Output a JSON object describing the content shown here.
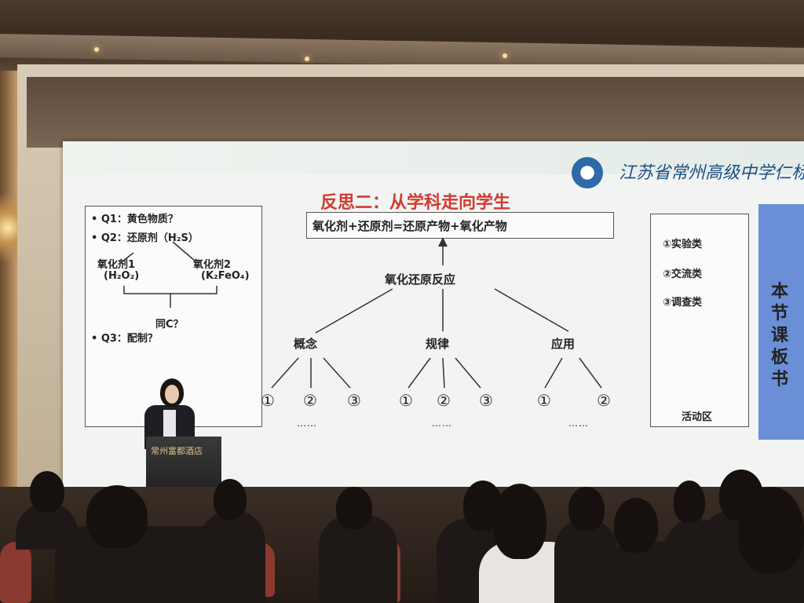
{
  "slide": {
    "header": {
      "school_name": "江苏省常州高级中学仁标"
    },
    "title_prefix": "反思二：",
    "title_main": "从学科",
    "title_accent": "走向",
    "title_end": "学生",
    "questions": {
      "q1": "• Q1：黄色物质？",
      "q2": "• Q2：还原剂（H₂S）",
      "oxidant1": "氧化剂1",
      "oxidant1_formula": "(H₂O₂)",
      "oxidant2": "氧化剂2",
      "oxidant2_formula": "(K₂FeO₄)",
      "same_c": "同C？",
      "q3": "• Q3：配制？"
    },
    "equation": "氧化剂+还原剂=还原产物+氧化产物",
    "center_node": "氧化还原反应",
    "branches": [
      {
        "label": "概念",
        "items": [
          "①",
          "②",
          "③"
        ],
        "more": "……"
      },
      {
        "label": "规律",
        "items": [
          "①",
          "②",
          "③"
        ],
        "more": "……"
      },
      {
        "label": "应用",
        "items": [
          "①",
          "②"
        ],
        "more": "……"
      }
    ],
    "activities": {
      "items": [
        "①实验类",
        "②交流类",
        "③调查类"
      ],
      "footer": "活动区"
    },
    "side_label": [
      "本",
      "节",
      "课",
      "板",
      "书"
    ]
  },
  "podium_label": "常州富都酒店",
  "colors": {
    "title_red": "#d33a2e",
    "side_bar_blue": "#6b8fd6",
    "school_blue": "#1e4f85"
  }
}
